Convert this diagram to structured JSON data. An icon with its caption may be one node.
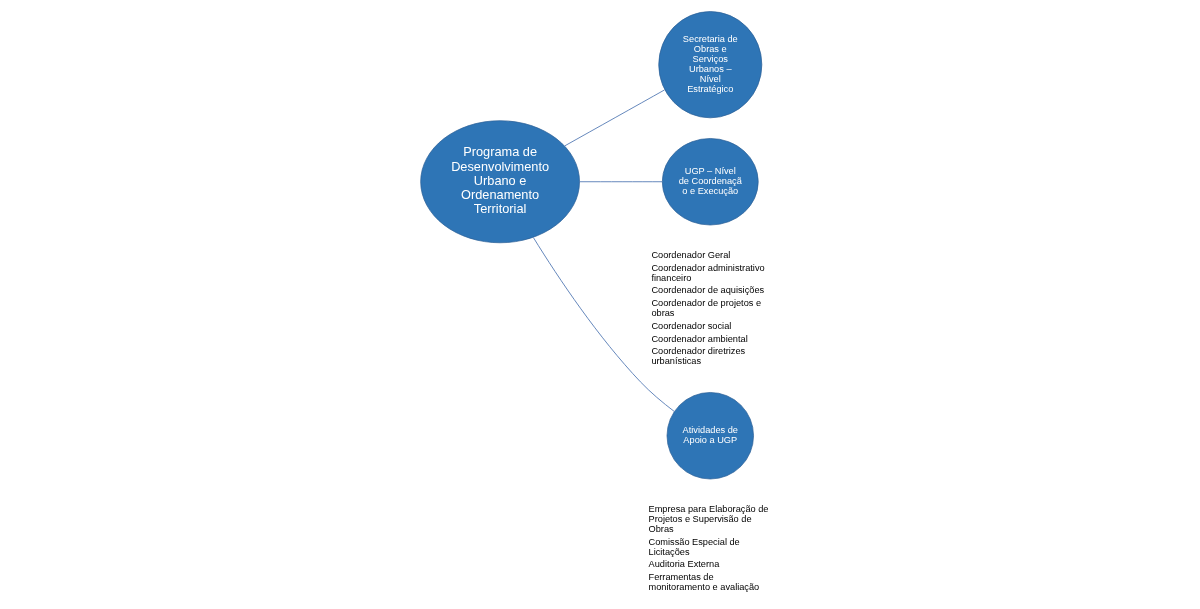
{
  "diagram": {
    "nodes": [
      {
        "text": [
          "Programa de Desenvolvimento Urbano e Ordenamento Territorial"
        ]
      },
      {
        "text": [
          "Secretaria de Obras e Serviços Urbanos – Nível Estratégico"
        ]
      },
      {
        "text": [
          "UGP – Nível de Coordenaçã o e Execução"
        ],
        "beside": [
          "Coordenador Geral",
          "Coordenador administrativo financeiro",
          "Coordenador de aquisições",
          "Coordenador de projetos e obras",
          "Coordenador social",
          "Coordenador ambiental",
          "Coordenador diretrizes urbanísticas"
        ]
      },
      {
        "text": [
          "Atividades de Apoio a UGP"
        ],
        "beside": [
          "Empresa para Elaboração de Projetos e Supervisão de Obras",
          "Comissão Especial de Licitações",
          "Auditoria Externa",
          "Ferramentas de monitoramento e avaliação"
        ]
      }
    ],
    "edges": [
      {
        "from": 0,
        "to": 1,
        "arrow": "none"
      },
      {
        "from": 0,
        "to": 2,
        "arrow": "none"
      },
      {
        "from": 0,
        "to": 3,
        "arrow": "none"
      }
    ]
  }
}
